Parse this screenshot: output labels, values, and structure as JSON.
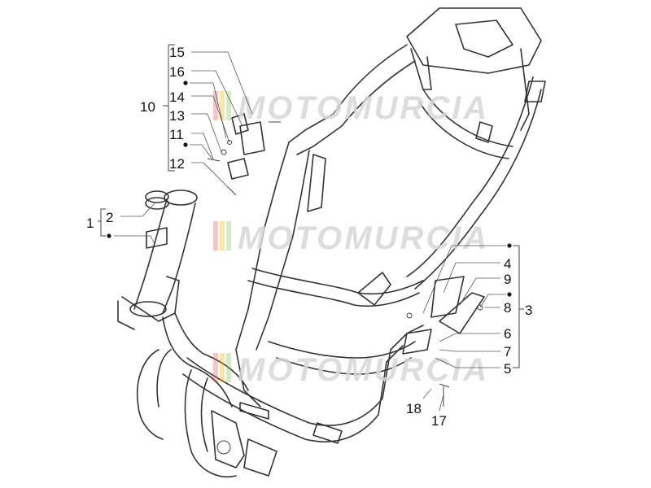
{
  "watermark": {
    "text": "MOTOMURCIA",
    "stripe_colors": [
      "#e35b5b",
      "#f4b400",
      "#8cc152",
      "#cccccc"
    ]
  },
  "callouts": [
    {
      "id": "15",
      "label": "15"
    },
    {
      "id": "16",
      "label": "16"
    },
    {
      "id": "14",
      "label": "14"
    },
    {
      "id": "13",
      "label": "13"
    },
    {
      "id": "10",
      "label": "10"
    },
    {
      "id": "11",
      "label": "11"
    },
    {
      "id": "12",
      "label": "12"
    },
    {
      "id": "2",
      "label": "2"
    },
    {
      "id": "1",
      "label": "1"
    },
    {
      "id": "4",
      "label": "4"
    },
    {
      "id": "9",
      "label": "9"
    },
    {
      "id": "8",
      "label": "8"
    },
    {
      "id": "3",
      "label": "3"
    },
    {
      "id": "6",
      "label": "6"
    },
    {
      "id": "7",
      "label": "7"
    },
    {
      "id": "5",
      "label": "5"
    },
    {
      "id": "18",
      "label": "18"
    },
    {
      "id": "17",
      "label": "17"
    }
  ]
}
